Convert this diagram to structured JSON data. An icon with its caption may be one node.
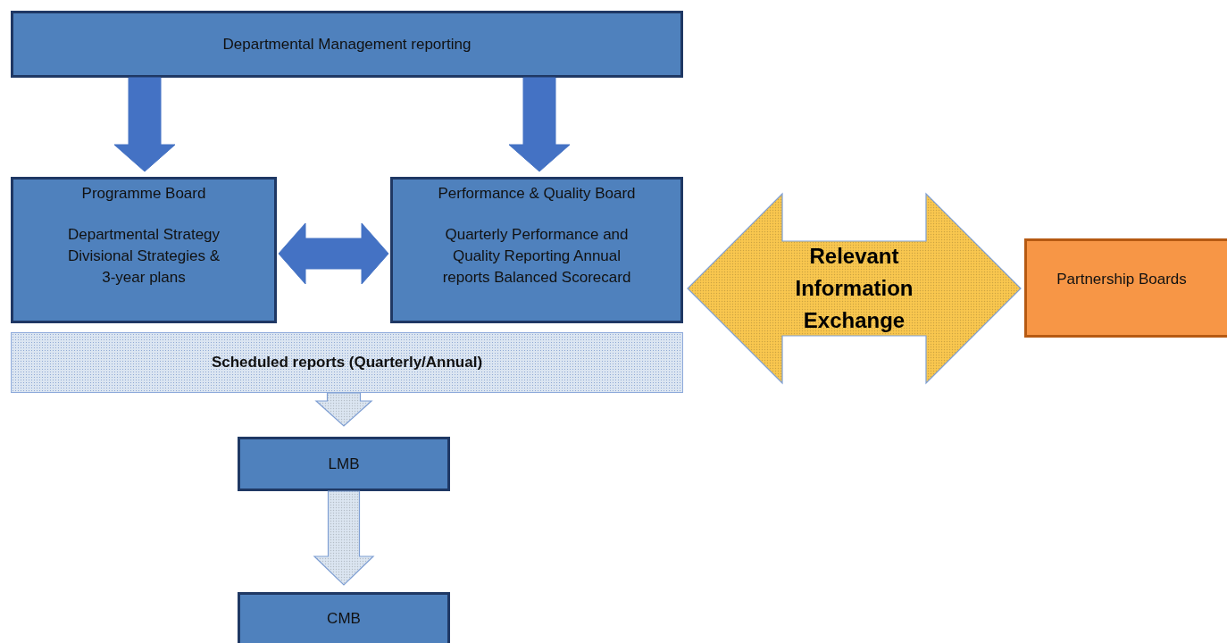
{
  "diagram": {
    "nodes": [
      {
        "text": [
          "Departmental Management reporting"
        ]
      },
      {
        "text": [
          "Programme Board",
          "Departmental Strategy Divisional Strategies & 3-year plans"
        ]
      },
      {
        "text": [
          "Performance & Quality Board",
          "Quarterly Performance and Quality Reporting Annual reports Balanced Scorecard"
        ]
      },
      {
        "text": [
          "Scheduled reports (Quarterly/Annual)"
        ]
      },
      {
        "text": [
          "Partnership Boards"
        ]
      },
      {
        "text": [
          "LMB"
        ]
      },
      {
        "text": [
          "CMB"
        ]
      }
    ],
    "edges": [
      {
        "from": 0,
        "to": 1,
        "arrow": "to"
      },
      {
        "from": 0,
        "to": 2,
        "arrow": "to"
      },
      {
        "from": 1,
        "to": 2,
        "arrow": "both"
      },
      {
        "from": 2,
        "to": 4,
        "arrow": "both",
        "label": "Relevant Information Exchange",
        "color": "#f9c74f"
      },
      {
        "from": 3,
        "to": 5,
        "arrow": "to",
        "color": "#dbe5f1"
      },
      {
        "from": 5,
        "to": 6,
        "arrow": "to",
        "color": "#dbe5f1"
      }
    ]
  }
}
